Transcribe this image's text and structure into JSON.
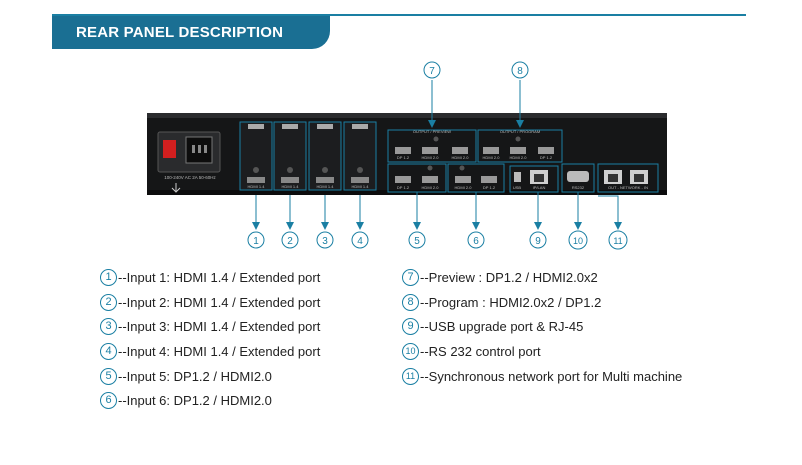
{
  "header": {
    "title": "REAR PANEL DESCRIPTION"
  },
  "callouts": [
    "1",
    "2",
    "3",
    "4",
    "5",
    "6",
    "7",
    "8",
    "9",
    "10",
    "11"
  ],
  "panel_labels": {
    "power": "100-240V AC 2A 50-60Hz",
    "preview_group": "OUTPUT / PREVIEW",
    "program_group": "OUTPUT / PROGRAM",
    "dp": "DP 1.2",
    "hdmi20": "HDMI 2.0",
    "hdmi14": "HDMI 1.4",
    "usb": "USB",
    "rj45": "IP/LAN",
    "rs232": "RS232",
    "sync": "OUT - NETWORK - IN"
  },
  "legend_left": [
    {
      "num": "1",
      "text": "--Input 1: HDMI 1.4 / Extended port"
    },
    {
      "num": "2",
      "text": "--Input 2: HDMI 1.4 / Extended port"
    },
    {
      "num": "3",
      "text": "--Input 3: HDMI 1.4 / Extended port"
    },
    {
      "num": "4",
      "text": "--Input 4: HDMI 1.4 / Extended port"
    },
    {
      "num": "5",
      "text": "--Input 5: DP1.2 / HDMI2.0"
    },
    {
      "num": "6",
      "text": "--Input 6: DP1.2 / HDMI2.0"
    }
  ],
  "legend_right": [
    {
      "num": "7",
      "text": "--Preview : DP1.2 / HDMI2.0x2"
    },
    {
      "num": "8",
      "text": "--Program : HDMI2.0x2 / DP1.2"
    },
    {
      "num": "9",
      "text": "--USB upgrade port & RJ-45"
    },
    {
      "num": "10",
      "text": "--RS 232 control port"
    },
    {
      "num": "11",
      "text": "--Synchronous network port for Multi machine"
    }
  ],
  "colors": {
    "accent": "#1a7fa3",
    "header_bg": "#1a6f93",
    "panel": "#151617",
    "switch": "#d21f1f"
  }
}
